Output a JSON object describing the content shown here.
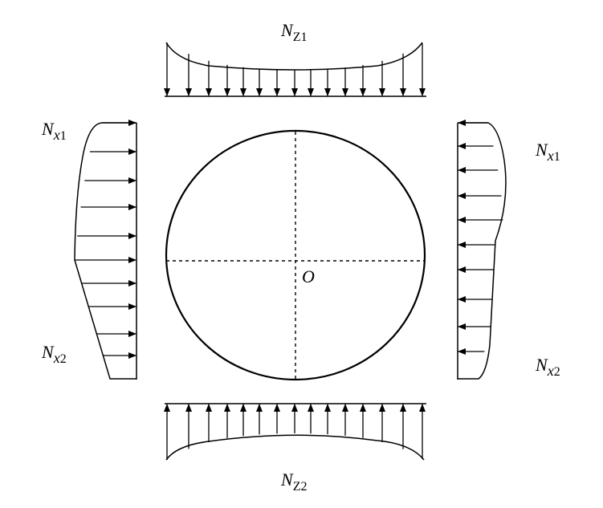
{
  "labels": {
    "nz1_main": "N",
    "nz1_sub": "Z1",
    "nz2_main": "N",
    "nz2_sub": "Z2",
    "nx1_main": "N",
    "nx1_sub_var": "x",
    "nx1_sub_num": "1",
    "nx2_main": "N",
    "nx2_sub_var": "x",
    "nx2_sub_num": "2",
    "origin": "O"
  },
  "colors": {
    "stroke": "#000000",
    "background": "#ffffff"
  }
}
